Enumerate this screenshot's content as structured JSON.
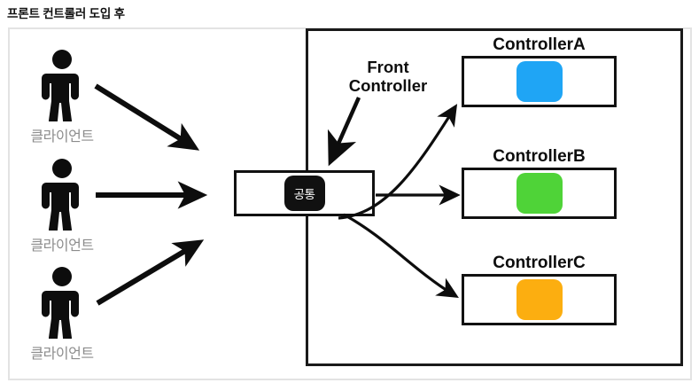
{
  "title": "프론트 컨트롤러 도입 후",
  "clients": [
    {
      "label": "클라이언트",
      "icon": "person-icon"
    },
    {
      "label": "클라이언트",
      "icon": "person-icon"
    },
    {
      "label": "클라이언트",
      "icon": "person-icon"
    }
  ],
  "front_controller": {
    "chip_label": "공통",
    "annotation_line1": "Front",
    "annotation_line2": "Controller",
    "annotation_text": "Front Controller"
  },
  "controllers": [
    {
      "name": "ControllerA",
      "color": "#1fa5f5"
    },
    {
      "name": "ControllerB",
      "color": "#4fd338"
    },
    {
      "name": "ControllerC",
      "color": "#fcae10"
    }
  ],
  "colors": {
    "title_text": "#111111",
    "client_label": "#8c8c8c",
    "outer_border": "#e3e3e3",
    "inner_border": "#1a1a1a",
    "stroke": "#111111",
    "chip_bg": "#111111",
    "chip_text": "#ffffff",
    "background": "#ffffff"
  },
  "arrows": {
    "client_to_fc": [
      "diagonal-down",
      "straight",
      "diagonal-up"
    ],
    "fc_to_controllers": [
      "curve-up",
      "straight",
      "curve-down"
    ],
    "annotation_pointer": "down-left"
  }
}
